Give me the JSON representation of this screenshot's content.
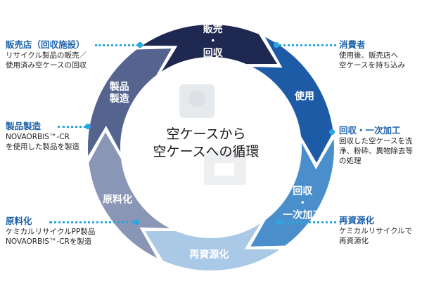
{
  "center": {
    "line1": "空ケースから",
    "line2": "空ケースへの循環"
  },
  "segments": [
    {
      "id": "sales",
      "lines": [
        "販売",
        "・",
        "回収"
      ],
      "color": "#1e2850"
    },
    {
      "id": "use",
      "lines": [
        "使用"
      ],
      "color": "#1e5ba6"
    },
    {
      "id": "recovery",
      "lines": [
        "回収",
        "・",
        "一次加工"
      ],
      "color": "#4a8fcc"
    },
    {
      "id": "recycle",
      "lines": [
        "再資源化"
      ],
      "color": "#a9c9e6"
    },
    {
      "id": "material",
      "lines": [
        "原料化"
      ],
      "color": "#8a96b5"
    },
    {
      "id": "product",
      "lines": [
        "製品",
        "製造"
      ],
      "color": "#55648f"
    }
  ],
  "annotations": {
    "sales": {
      "title": "販売店（回収施設）",
      "lines": [
        "リサイクル製品の販売／",
        "使用済み空ケースの回収"
      ]
    },
    "consumer": {
      "title": "消費者",
      "lines": [
        "使用後、販売店へ",
        "空ケースを持ち込み"
      ]
    },
    "recovery": {
      "title": "回収・一次加工",
      "lines": [
        "回収した空ケースを洗",
        "浄、粉砕、異物除去等",
        "の処理"
      ]
    },
    "recycle": {
      "title": "再資源化",
      "lines": [
        "ケミカルリサイクルで",
        "再資源化"
      ]
    },
    "material": {
      "title": "原料化",
      "lines": [
        "ケミカルリサイクルPP製品",
        "NOVAORBIS™-CRを製造"
      ]
    },
    "product": {
      "title": "製品製造",
      "lines": [
        "NOVAORBIS™-CR",
        "を使用した製品を製造"
      ]
    }
  },
  "colors": {
    "accent_dots": "#2aa7e0",
    "title_blue": "#1f63ad",
    "center_image": "#d9dde2"
  }
}
